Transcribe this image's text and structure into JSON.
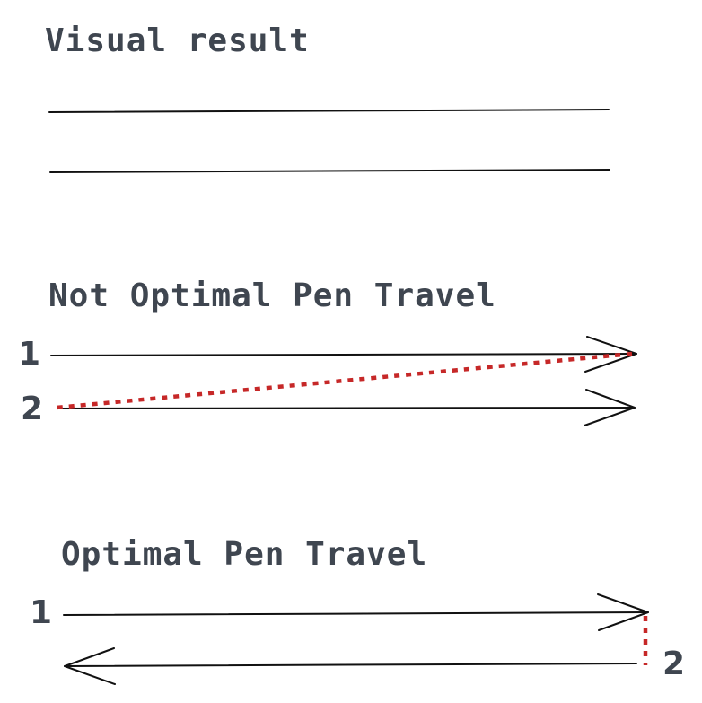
{
  "headings": {
    "visual_result": "Visual result",
    "not_optimal": "Not Optimal Pen Travel",
    "optimal": "Optimal Pen Travel"
  },
  "labels": {
    "not_optimal_stroke_1": "1",
    "not_optimal_stroke_2": "2",
    "optimal_stroke_1": "1",
    "optimal_stroke_2": "2"
  },
  "colors": {
    "text": "#3f4650",
    "stroke": "#111111",
    "travel": "#c62828",
    "background": "#ffffff"
  }
}
